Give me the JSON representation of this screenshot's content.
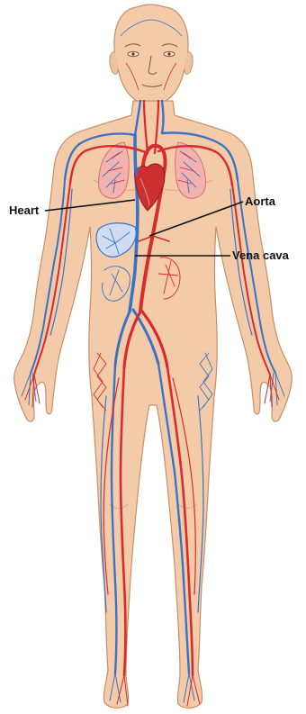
{
  "labels": {
    "heart": "Heart",
    "aorta": "Aorta",
    "vena_cava": "Vena cava"
  },
  "colors": {
    "skin": "#f3cba9",
    "skin_outline": "#c58f6c",
    "artery": "#d82b2b",
    "vein": "#3a73c4",
    "lung": "#e88a8a",
    "liver": "#6f93cf",
    "heart": "#cc2f2f"
  }
}
